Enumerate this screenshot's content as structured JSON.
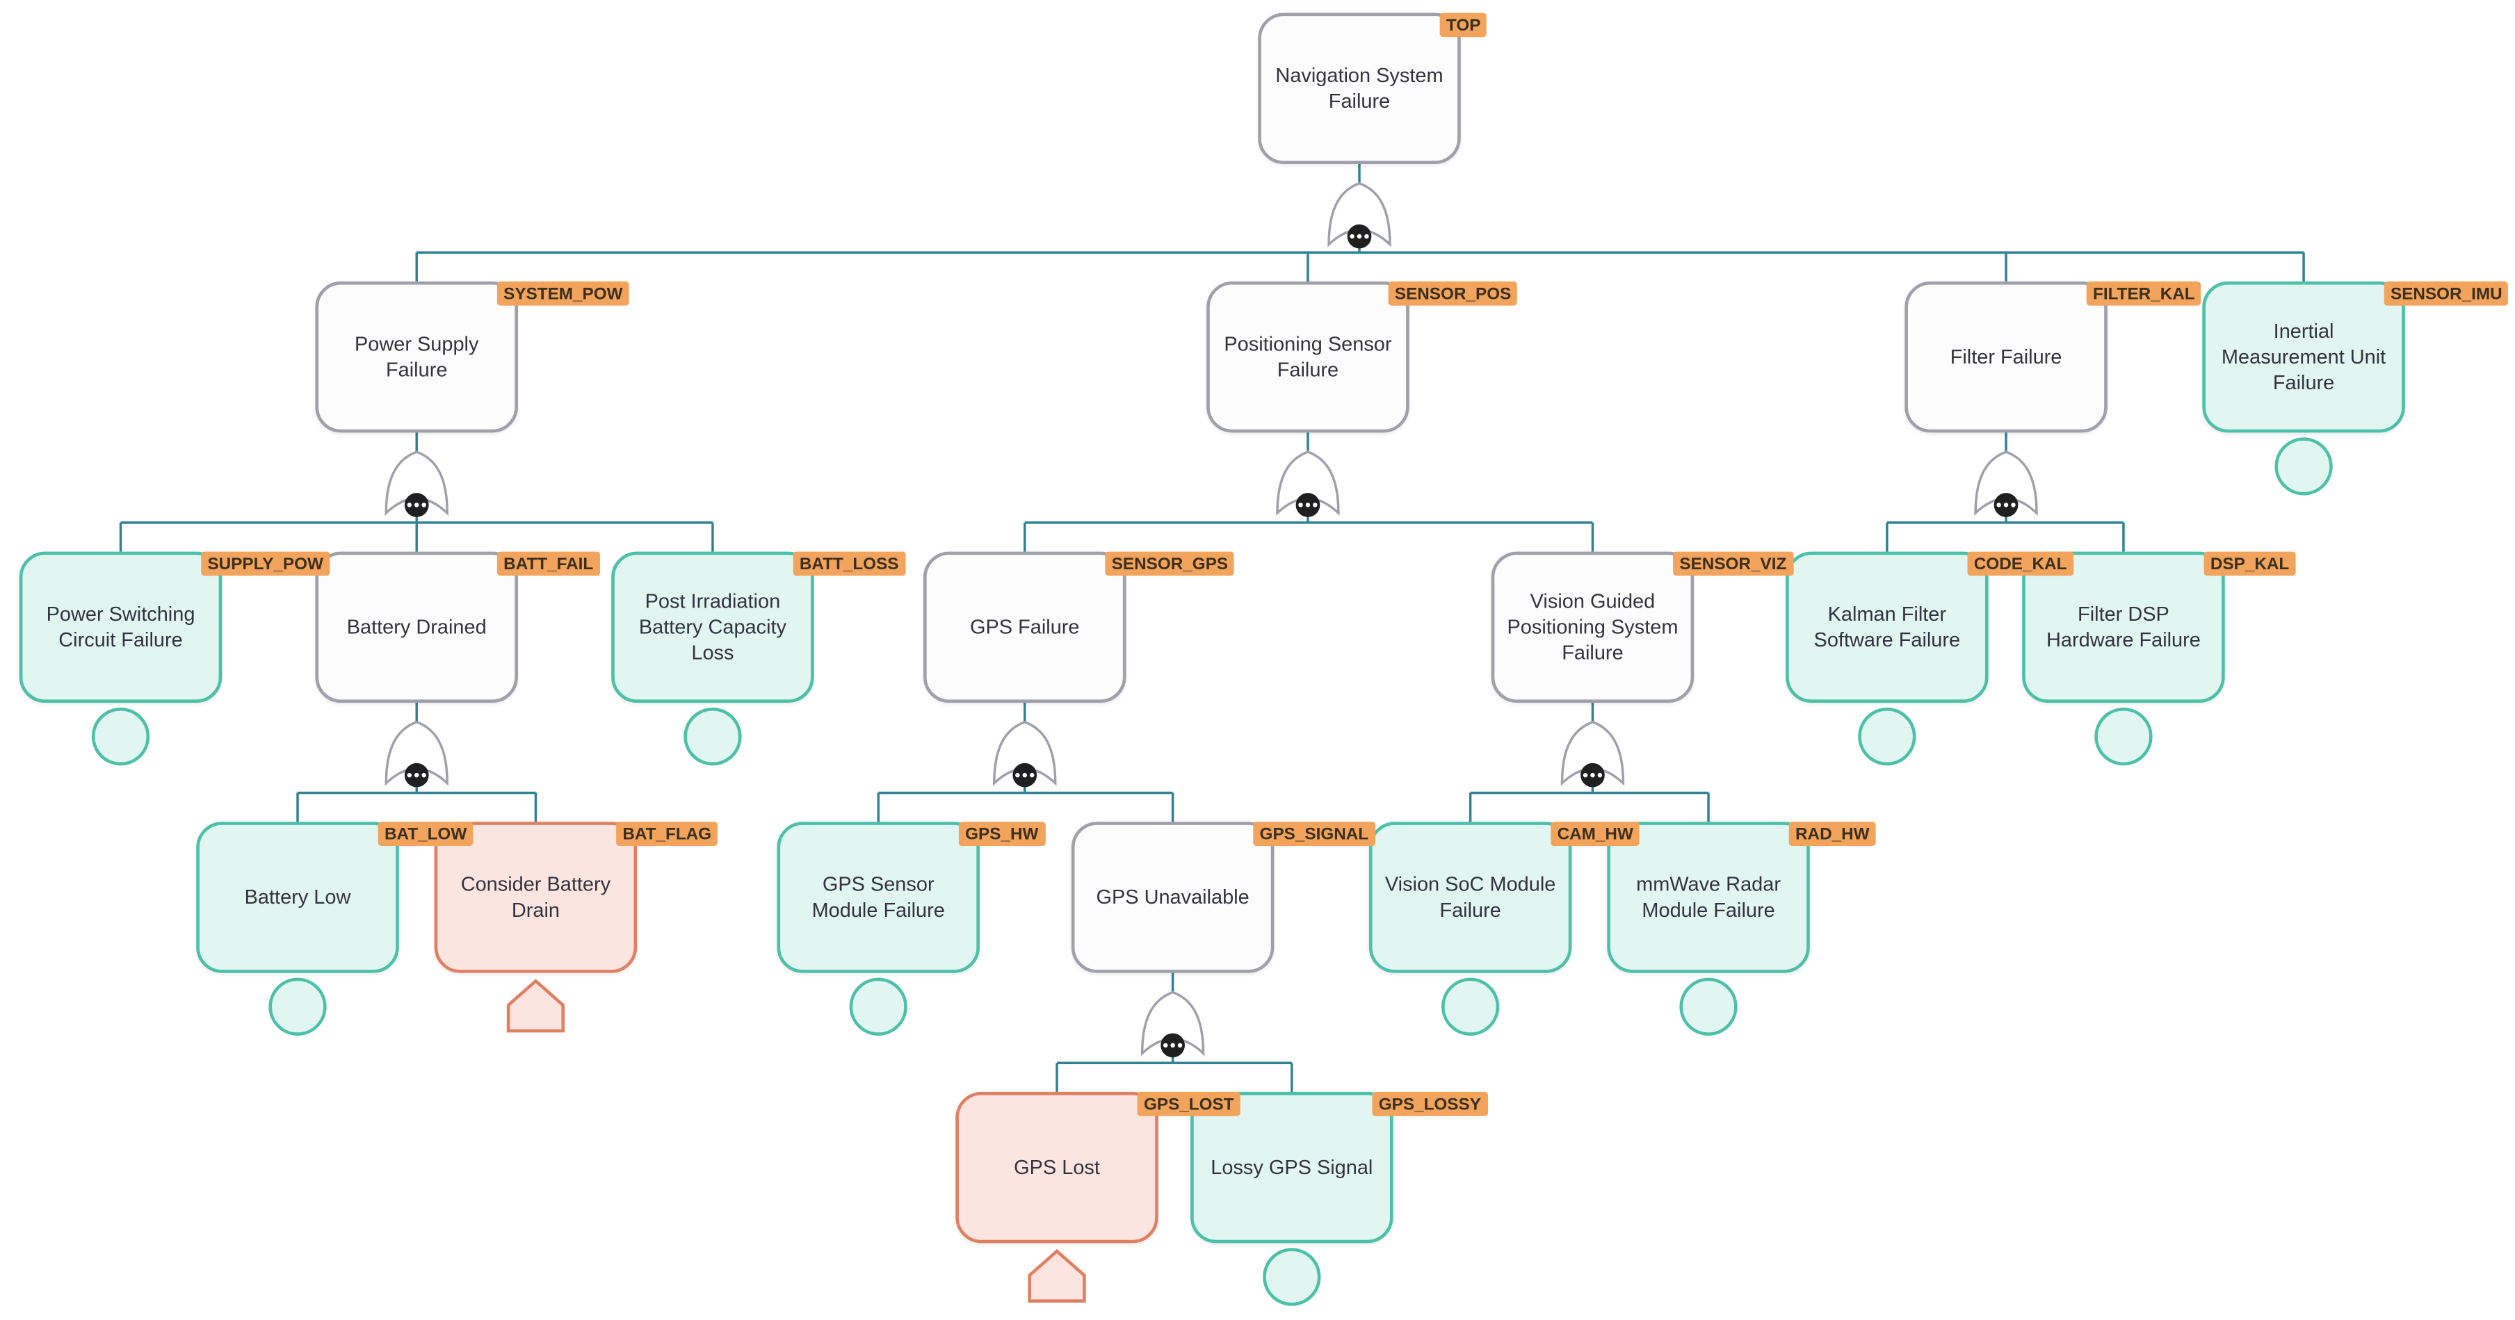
{
  "diagram_type": "fault-tree",
  "gate_type": "OR",
  "colors": {
    "edge": "#2f8294",
    "badge_bg": "#f2a35c",
    "intermediate_border": "#9fa0ab",
    "intermediate_fill": "#fcfcfc",
    "basic_border": "#4cc0a9",
    "basic_fill": "#e1f6f0",
    "house_border": "#e08063",
    "house_fill": "#fce5e0"
  },
  "nodes": {
    "TOP": {
      "badge": "TOP",
      "label": "Navigation System Failure",
      "type": "intermediate"
    },
    "SYSTEM_POW": {
      "badge": "SYSTEM_POW",
      "label": "Power Supply Failure",
      "type": "intermediate"
    },
    "SENSOR_POS": {
      "badge": "SENSOR_POS",
      "label": "Positioning Sensor Failure",
      "type": "intermediate"
    },
    "FILTER_KAL": {
      "badge": "FILTER_KAL",
      "label": "Filter Failure",
      "type": "intermediate"
    },
    "SENSOR_IMU": {
      "badge": "SENSOR_IMU",
      "label": "Inertial Measurement Unit Failure",
      "type": "basic"
    },
    "SUPPLY_POW": {
      "badge": "SUPPLY_POW",
      "label": "Power Switching Circuit Failure",
      "type": "basic"
    },
    "BATT_FAIL": {
      "badge": "BATT_FAIL",
      "label": "Battery Drained",
      "type": "intermediate"
    },
    "BATT_LOSS": {
      "badge": "BATT_LOSS",
      "label": "Post Irradiation Battery Capacity Loss",
      "type": "basic"
    },
    "SENSOR_GPS": {
      "badge": "SENSOR_GPS",
      "label": "GPS Failure",
      "type": "intermediate"
    },
    "SENSOR_VIZ": {
      "badge": "SENSOR_VIZ",
      "label": "Vision Guided Positioning System Failure",
      "type": "intermediate"
    },
    "CODE_KAL": {
      "badge": "CODE_KAL",
      "label": "Kalman Filter Software Failure",
      "type": "basic"
    },
    "DSP_KAL": {
      "badge": "DSP_KAL",
      "label": "Filter DSP Hardware Failure",
      "type": "basic"
    },
    "BAT_LOW": {
      "badge": "BAT_LOW",
      "label": "Battery Low",
      "type": "basic"
    },
    "BAT_FLAG": {
      "badge": "BAT_FLAG",
      "label": "Consider Battery Drain",
      "type": "house"
    },
    "GPS_HW": {
      "badge": "GPS_HW",
      "label": "GPS Sensor Module Failure",
      "type": "basic"
    },
    "GPS_SIGNAL": {
      "badge": "GPS_SIGNAL",
      "label": "GPS Unavailable",
      "type": "intermediate"
    },
    "CAM_HW": {
      "badge": "CAM_HW",
      "label": "Vision SoC Module Failure",
      "type": "basic"
    },
    "RAD_HW": {
      "badge": "RAD_HW",
      "label": "mmWave Radar Module Failure",
      "type": "basic"
    },
    "GPS_LOST": {
      "badge": "GPS_LOST",
      "label": "GPS Lost",
      "type": "house"
    },
    "GPS_LOSSY": {
      "badge": "GPS_LOSSY",
      "label": "Lossy GPS Signal",
      "type": "basic"
    }
  },
  "edges": [
    {
      "from": "TOP",
      "gate": "OR",
      "to": [
        "SYSTEM_POW",
        "SENSOR_POS",
        "FILTER_KAL",
        "SENSOR_IMU"
      ]
    },
    {
      "from": "SYSTEM_POW",
      "gate": "OR",
      "to": [
        "SUPPLY_POW",
        "BATT_FAIL",
        "BATT_LOSS"
      ]
    },
    {
      "from": "SENSOR_POS",
      "gate": "OR",
      "to": [
        "SENSOR_GPS",
        "SENSOR_VIZ"
      ]
    },
    {
      "from": "FILTER_KAL",
      "gate": "OR",
      "to": [
        "CODE_KAL",
        "DSP_KAL"
      ]
    },
    {
      "from": "BATT_FAIL",
      "gate": "OR",
      "to": [
        "BAT_LOW",
        "BAT_FLAG"
      ]
    },
    {
      "from": "SENSOR_GPS",
      "gate": "OR",
      "to": [
        "GPS_HW",
        "GPS_SIGNAL"
      ]
    },
    {
      "from": "SENSOR_VIZ",
      "gate": "OR",
      "to": [
        "CAM_HW",
        "RAD_HW"
      ]
    },
    {
      "from": "GPS_SIGNAL",
      "gate": "OR",
      "to": [
        "GPS_LOST",
        "GPS_LOSSY"
      ]
    }
  ]
}
